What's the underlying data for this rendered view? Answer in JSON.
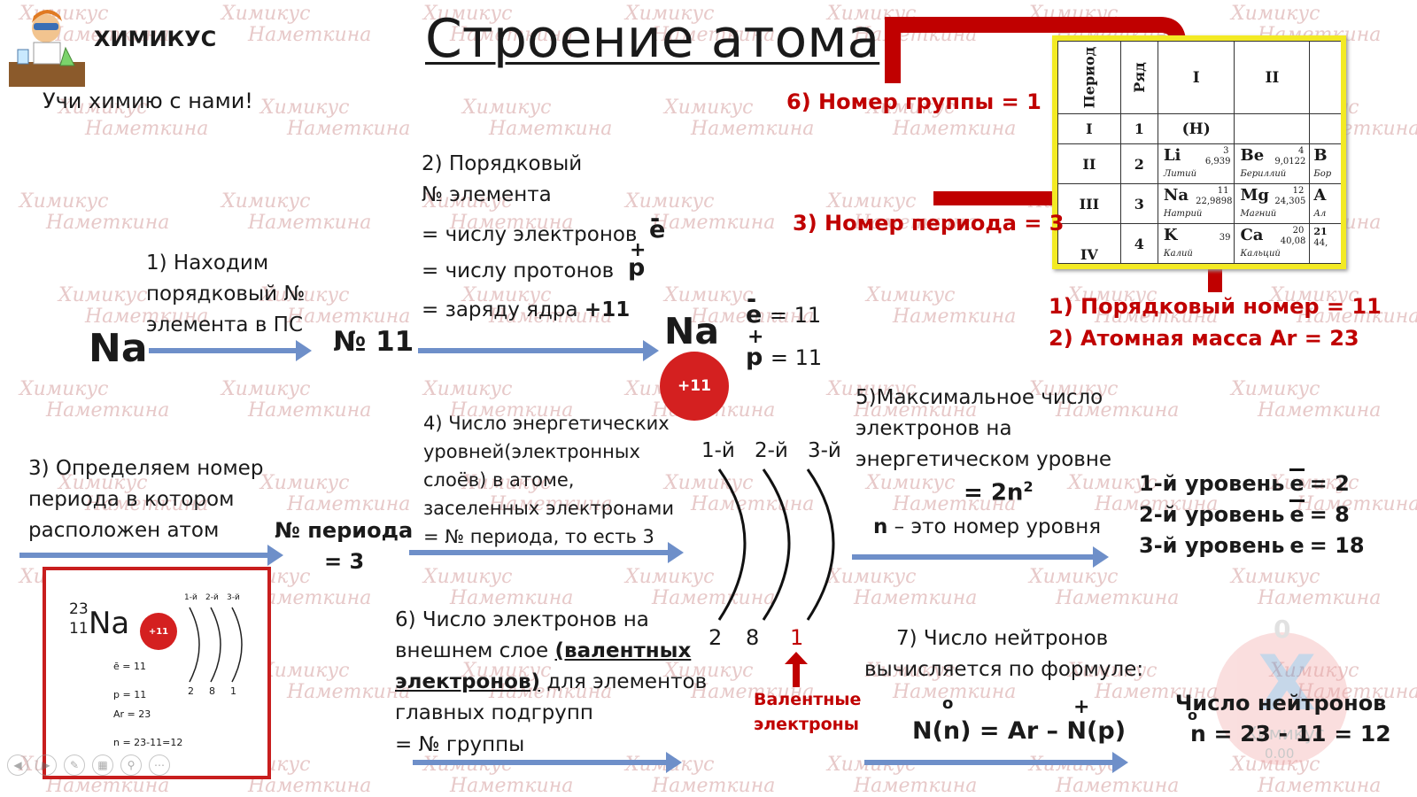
{
  "brand": {
    "name": "ХИМИКУС",
    "slogan": "Учи химию с нами!"
  },
  "title": "Строение атома",
  "watermark": {
    "line1": "Химикус",
    "line2": "Наметкина"
  },
  "element": {
    "symbol": "Na",
    "number_label": "№ 11",
    "nucleus_charge": "+11",
    "e_count": "= 11",
    "p_count": "= 11"
  },
  "steps": {
    "s1": [
      "1) Находим",
      "порядковый №",
      "элемента в ПС"
    ],
    "s2": {
      "lines": [
        "2) Порядковый",
        "№ элемента"
      ],
      "electrons": "= числу электронов",
      "protons": "= числу протонов",
      "charge_prefix": "= заряду ядра",
      "charge_value": "+11"
    },
    "s3": [
      "3) Определяем номер",
      "периода в котором",
      "расположен атом"
    ],
    "s3_result": [
      "№ периода",
      "= 3"
    ],
    "s4": [
      "4) Число энергетических",
      "уровней(электронных",
      "слоёв) в атоме,",
      "заселенных электронами",
      "= № периода, то есть 3"
    ],
    "s5": {
      "lines": [
        "5)Максимальное  число",
        "электронов на",
        "энергетическом  уровне"
      ],
      "formula": "= 2n",
      "exp": "2",
      "note_n": "n",
      "note_rest": " – это номер уровня"
    },
    "s6": {
      "l1": "6) Число электронов на",
      "l2a": "внешнем слое ",
      "l2b": "(валентных",
      "l3a": "электронов)",
      "l3b": " для элементов",
      "l4": "главных подгрупп",
      "l5": "= № группы"
    },
    "s7": [
      "7) Число нейтронов",
      "вычисляется по формуле:"
    ]
  },
  "levels": {
    "labels": [
      "1-й",
      "2-й",
      "3-й"
    ],
    "counts": [
      "2",
      "8",
      "1"
    ]
  },
  "valence_label": [
    "Валентные",
    "электроны"
  ],
  "level_max": [
    {
      "label": "1-й уровень",
      "sym": "e",
      "val": "= 2"
    },
    {
      "label": "2-й уровень",
      "sym": "e",
      "val": "= 8"
    },
    {
      "label": "3-й уровень",
      "sym": "e",
      "val": "= 18"
    }
  ],
  "neutron_formula": {
    "lhs": "N(n) = Ar – N(p)",
    "title": "Число нейтронов",
    "calc": "n = 23 - 11 = 12"
  },
  "pt_notes": {
    "group": "6) Номер группы = 1",
    "period": "3) Номер периода = 3",
    "ordinal": "1)   Порядковый номер = 11",
    "mass": "2)   Атомная масса Ar = 23"
  },
  "periodic_table": {
    "head": [
      "Период",
      "Ряд",
      "I",
      "II"
    ],
    "rows": [
      {
        "period": "I",
        "row": "1",
        "c1": "(H)"
      },
      {
        "period": "II",
        "row": "2",
        "c1_sym": "Li",
        "c1_num": "3",
        "c1_mass": "6,939",
        "c1_name": "Литий",
        "c2_sym": "Be",
        "c2_num": "4",
        "c2_mass": "9,0122",
        "c2_name": "Бериллий",
        "c3": "B",
        "c3_name": "Бор"
      },
      {
        "period": "III",
        "row": "3",
        "c1_sym": "Na",
        "c1_num": "11",
        "c1_mass": "22,9898",
        "c1_name": "Натрий",
        "c2_sym": "Mg",
        "c2_num": "12",
        "c2_mass": "24,305",
        "c2_name": "Магний",
        "c3": "A",
        "c3_name": "Ал"
      },
      {
        "period": "IV",
        "row": "4",
        "c1_sym": "K",
        "c1_num": "39",
        "c1_name": "Калий",
        "c2_sym": "Ca",
        "c2_num": "20",
        "c2_mass": "40,08",
        "c2_name": "Кальций",
        "c3": "21",
        "c3_name": "44,"
      }
    ]
  },
  "summary": {
    "mass": "23",
    "number": "11",
    "symbol": "Na",
    "charge": "+11",
    "levels": [
      "1-й",
      "2-й",
      "3-й"
    ],
    "counts": [
      "2",
      "8",
      "1"
    ],
    "e": "ē = 11",
    "p": "p = 11",
    "ar": "Ar = 23",
    "n": "n = 23-11=12"
  },
  "corner_logo": {
    "top": "0",
    "letter": "Х",
    "word": "Химикус",
    "value": "0.00"
  },
  "toolbar": [
    "prev-icon",
    "play-icon",
    "pen-icon",
    "slides-icon",
    "zoom-icon",
    "more-icon"
  ]
}
